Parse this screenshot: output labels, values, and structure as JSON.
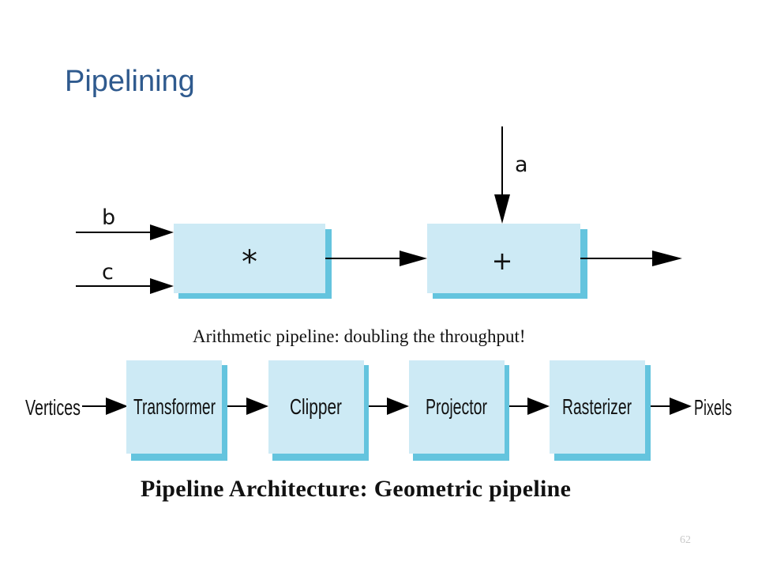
{
  "slide": {
    "title": "Pipelining",
    "page_number": "62"
  },
  "arithmetic_pipeline": {
    "inputs": [
      "b",
      "c"
    ],
    "adder_input": "a",
    "multiply_op": "*",
    "add_op": "+",
    "caption": "Arithmetic pipeline: doubling the throughput!"
  },
  "geometric_pipeline": {
    "input": "Vertices",
    "stages": [
      "Transformer",
      "Clipper",
      "Projector",
      "Rasterizer"
    ],
    "output": "Pixels",
    "caption": "Pipeline Architecture: Geometric pipeline"
  },
  "colors": {
    "title": "#2f5a8e",
    "box_face": "#cdeaf5",
    "box_shadow": "#64c4de",
    "page_number": "#c9c9c9"
  }
}
